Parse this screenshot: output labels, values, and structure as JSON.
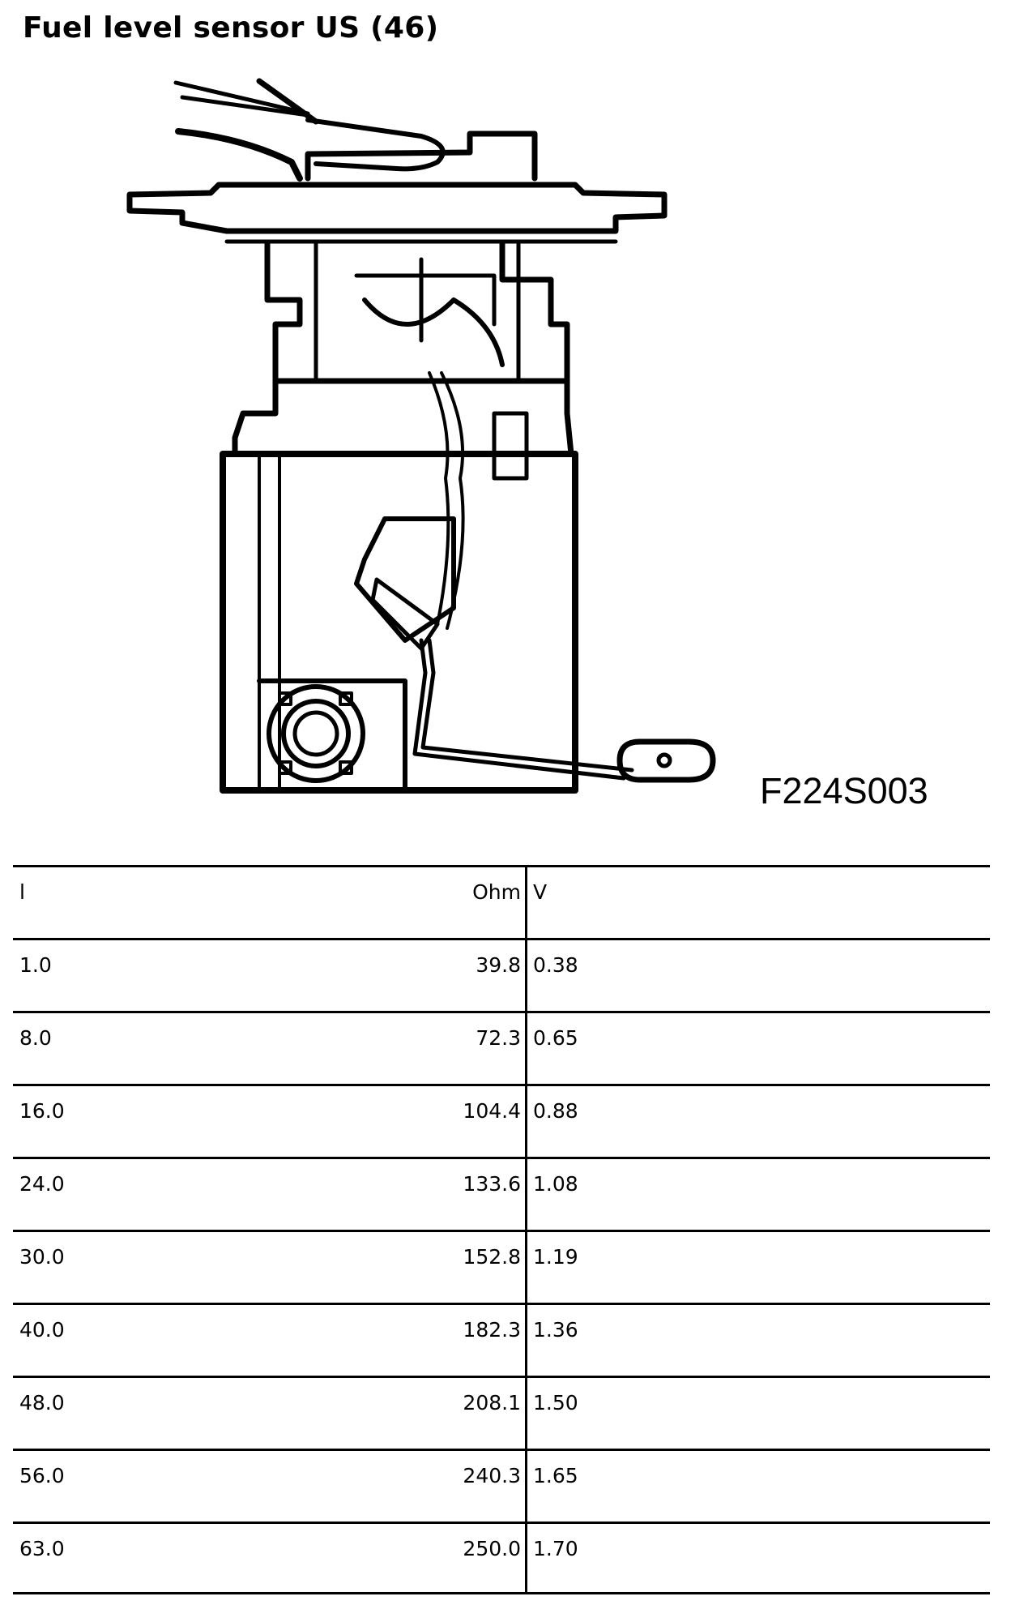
{
  "title": "Fuel level sensor US (46)",
  "figure": {
    "label": "F224S003"
  },
  "table": {
    "headers": [
      "l",
      "Ohm",
      "V"
    ],
    "rows": [
      [
        "1.0",
        "39.8",
        "0.38"
      ],
      [
        "8.0",
        "72.3",
        "0.65"
      ],
      [
        "16.0",
        "104.4",
        "0.88"
      ],
      [
        "24.0",
        "133.6",
        "1.08"
      ],
      [
        "30.0",
        "152.8",
        "1.19"
      ],
      [
        "40.0",
        "182.3",
        "1.36"
      ],
      [
        "48.0",
        "208.1",
        "1.50"
      ],
      [
        "56.0",
        "240.3",
        "1.65"
      ],
      [
        "63.0",
        "250.0",
        "1.70"
      ]
    ]
  }
}
